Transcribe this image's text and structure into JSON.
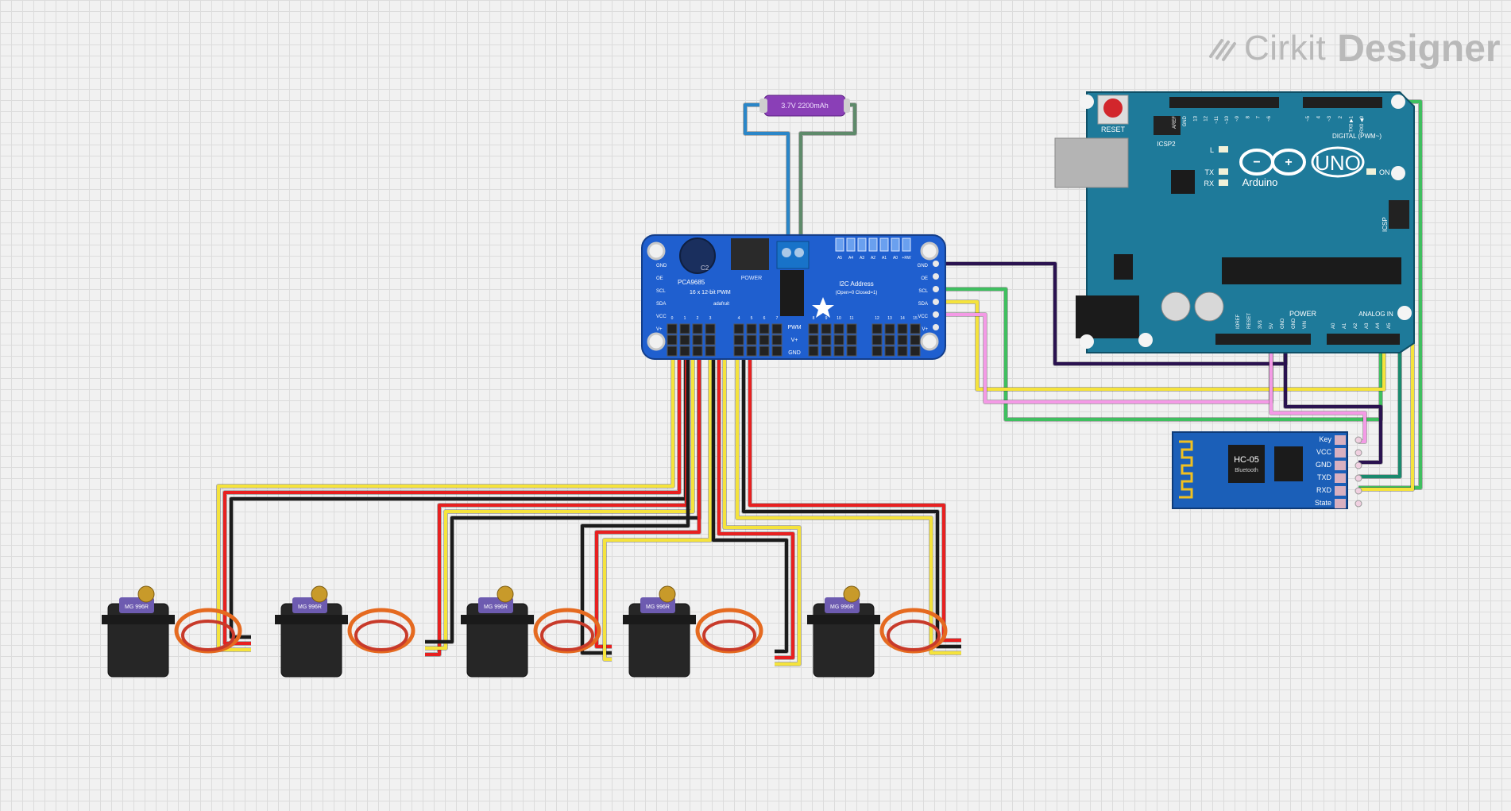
{
  "brand": {
    "name_part1": "Cirkit",
    "name_part2": "Designer"
  },
  "battery": {
    "label": "3.7V 2200mAh"
  },
  "pca9685": {
    "chip_name": "PCA9685",
    "subtitle": "16 x 12-bit PWM",
    "power_label": "POWER",
    "cap_label": "C2",
    "i2c_title": "I2C Address",
    "i2c_sub": "(Open=0 Closed=1)",
    "maker": "adafruit",
    "rail_labels": [
      "PWM",
      "V+",
      "GND"
    ],
    "addr_labels": [
      "A5",
      "A4",
      "A3",
      "A2",
      "A1",
      "A0",
      "+RW"
    ],
    "left_pins": [
      "GND",
      "OE",
      "SCL",
      "SDA",
      "VCC",
      "V+"
    ],
    "right_pins": [
      "GND",
      "OE",
      "SCL",
      "SDA",
      "VCC",
      "V+"
    ],
    "channel_numbers": [
      "0",
      "1",
      "2",
      "3",
      "4",
      "5",
      "6",
      "7",
      "8",
      "9",
      "10",
      "11",
      "12",
      "13",
      "14",
      "15"
    ]
  },
  "arduino": {
    "reset_label": "RESET",
    "icsp2_label": "ICSP2",
    "icsp_label": "ICSP",
    "brand": "Arduino",
    "model": "UNO",
    "digital_label": "DIGITAL (PWM~)",
    "leds": [
      "L",
      "TX",
      "RX",
      "ON"
    ],
    "power_label": "POWER",
    "analog_label": "ANALOG IN",
    "top_pins": [
      "AREF",
      "GND",
      "13",
      "12",
      "~11",
      "~10",
      "~9",
      "8",
      "7",
      "~6",
      "~5",
      "4",
      "~3",
      "2",
      "TX0 ▶1",
      "RX0 ◀0"
    ],
    "power_pins": [
      "IOREF",
      "RESET",
      "3V3",
      "5V",
      "GND",
      "GND",
      "VIN"
    ],
    "analog_pins": [
      "A0",
      "A1",
      "A2",
      "A3",
      "A4",
      "A5"
    ]
  },
  "hc05": {
    "title": "HC-05",
    "subtitle": "Bluetooth",
    "pins": [
      "Key",
      "VCC",
      "GND",
      "TXD",
      "RXD",
      "State"
    ]
  },
  "servo": {
    "label": "MG 996R",
    "count": 5
  },
  "colors": {
    "board_blue": "#1f5fcf",
    "uno_teal": "#1e7a9a",
    "wire_yellow": "#f5e33c",
    "wire_red": "#e82020",
    "wire_black": "#1b1b1b",
    "wire_green": "#3fbf5f",
    "wire_pink": "#f49ae6",
    "wire_navy": "#2a1250",
    "wire_teal": "#1a8a6e",
    "wire_blue": "#2a86c8",
    "wire_grey_green": "#5e8a6a"
  }
}
